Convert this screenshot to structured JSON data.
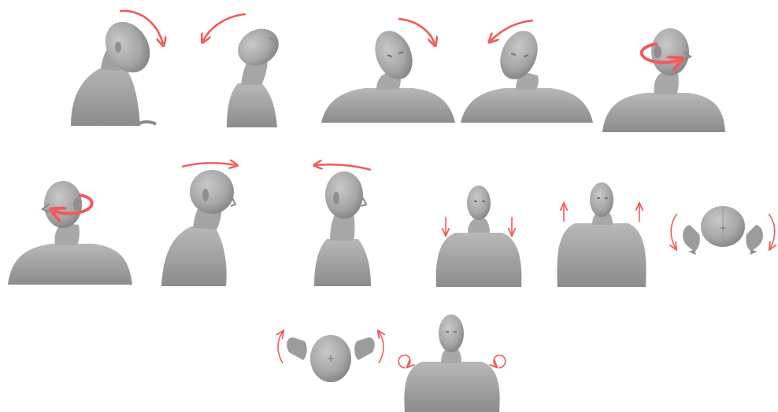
{
  "figure": {
    "background": "#ffffff",
    "colors": {
      "skin_light": "#bdbdbd",
      "skin_mid": "#a3a3a3",
      "skin_dark": "#7d7d7d",
      "arrow": "#f25a5a"
    },
    "panels": [
      {
        "id": "neck-flexion",
        "icon": "head-tilt-forward-arrow"
      },
      {
        "id": "neck-extension",
        "icon": "head-tilt-back-arrow"
      },
      {
        "id": "lateral-flexion-right",
        "icon": "head-tilt-side-arrow"
      },
      {
        "id": "lateral-flexion-left",
        "icon": "head-tilt-side-arrow"
      },
      {
        "id": "rotation-right",
        "icon": "circular-rotation-arrow"
      },
      {
        "id": "rotation-left",
        "icon": "circular-rotation-arrow"
      },
      {
        "id": "head-protraction",
        "icon": "forward-arrow"
      },
      {
        "id": "head-retraction",
        "icon": "backward-arrow"
      },
      {
        "id": "shoulder-depression",
        "icon": "down-arrows"
      },
      {
        "id": "shoulder-elevation",
        "icon": "up-arrows"
      },
      {
        "id": "shoulder-protraction-top-view",
        "icon": "curved-arrows"
      },
      {
        "id": "shoulder-retraction-top-view",
        "icon": "curved-arrows"
      },
      {
        "id": "shoulder-circles",
        "icon": "circular-arrows"
      }
    ]
  }
}
